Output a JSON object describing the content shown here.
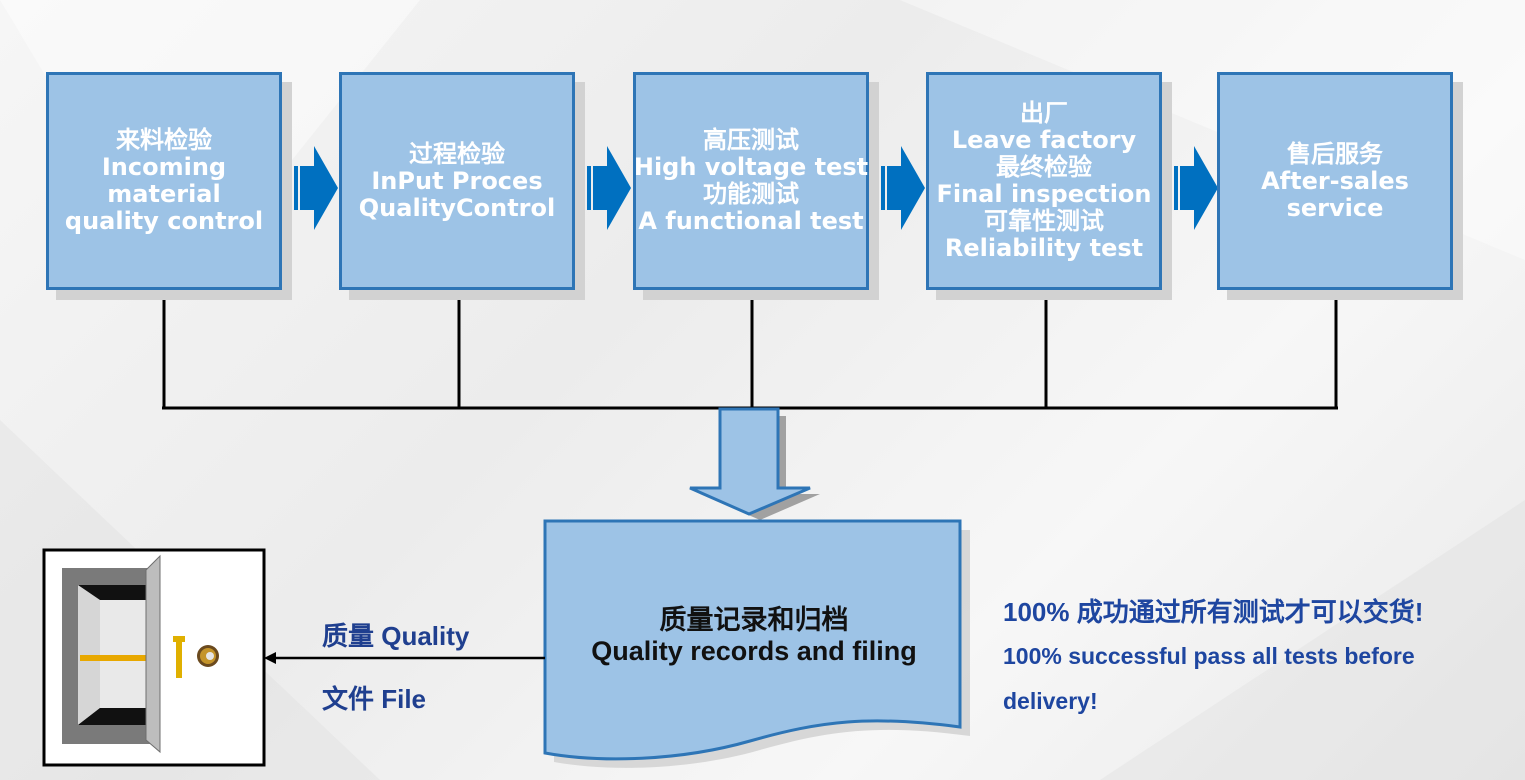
{
  "steps": [
    {
      "lines": [
        "来料检验",
        "Incoming",
        "material",
        "quality control"
      ]
    },
    {
      "lines": [
        "过程检验",
        "InPut Proces",
        "QualityControl"
      ]
    },
    {
      "lines": [
        "高压测试",
        "High voltage test",
        "功能测试",
        "A functional test"
      ]
    },
    {
      "lines": [
        "出厂",
        "Leave factory",
        "最终检验",
        "Final inspection",
        "可靠性测试",
        "Reliability test"
      ]
    },
    {
      "lines": [
        "售后服务",
        "After-sales",
        "service"
      ]
    }
  ],
  "records": {
    "title_cn": "质量记录和归档",
    "title_en": "Quality records and filing"
  },
  "safe_labels": {
    "quality": "质量  Quality",
    "file": "文件   File"
  },
  "note": {
    "line1": "100% 成功通过所有测试才可以交货!",
    "line2": "100% successful pass all tests before",
    "line3": "delivery!"
  },
  "colors": {
    "box_fill": "#9dc3e6",
    "box_border": "#2e75b6",
    "arrow": "#0070c0",
    "label_text": "#1f3f8f"
  }
}
